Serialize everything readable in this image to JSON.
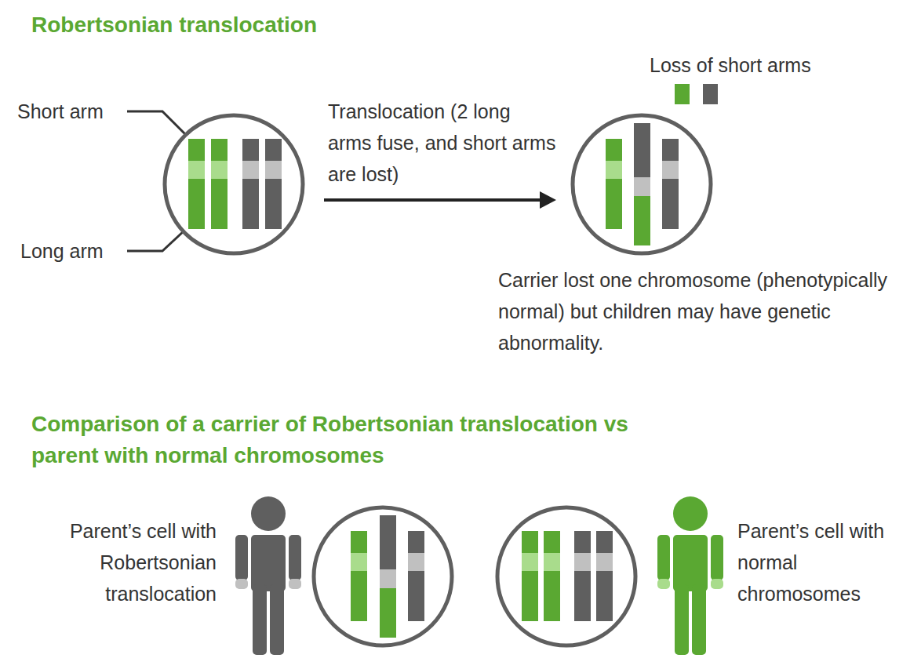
{
  "diagram": {
    "title": "Robertsonian translocation",
    "labels": [
      "Short arm",
      "Long arm",
      "Translocation (2 long arms fuse, and short arms are lost)",
      "Loss of short arms",
      "Carrier lost one chromosome (phenotypically normal) but children may have genetic abnormality.",
      "Comparison of a carrier of Robertsonian translocation vs parent with normal chromosomes",
      "Parent’s cell with Robertsonian translocation",
      "Parent’s cell with normal chromosomes"
    ]
  }
}
